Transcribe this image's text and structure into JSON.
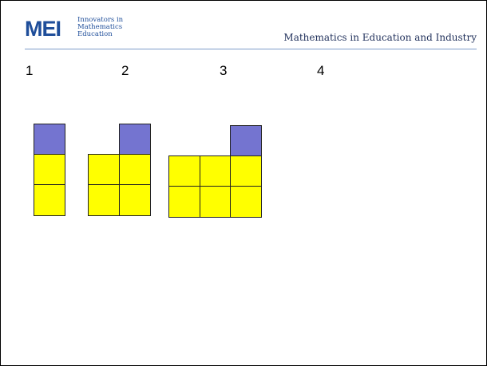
{
  "header": {
    "logo_letters": "MEI",
    "logo_line1": "Innovators in",
    "logo_line2": "Mathematics",
    "logo_line3": "Education",
    "tagline": "Mathematics in Education and Industry"
  },
  "patterns": [
    {
      "label": "1",
      "yellow_squares": 2,
      "purple_squares": 1
    },
    {
      "label": "2",
      "yellow_squares": 4,
      "purple_squares": 1
    },
    {
      "label": "3",
      "yellow_squares": 6,
      "purple_squares": 1
    },
    {
      "label": "4",
      "yellow_squares": null,
      "purple_squares": null
    }
  ],
  "colors": {
    "yellow": "#ffff00",
    "purple": "#7474d0",
    "brand_blue": "#1f4e9a"
  }
}
